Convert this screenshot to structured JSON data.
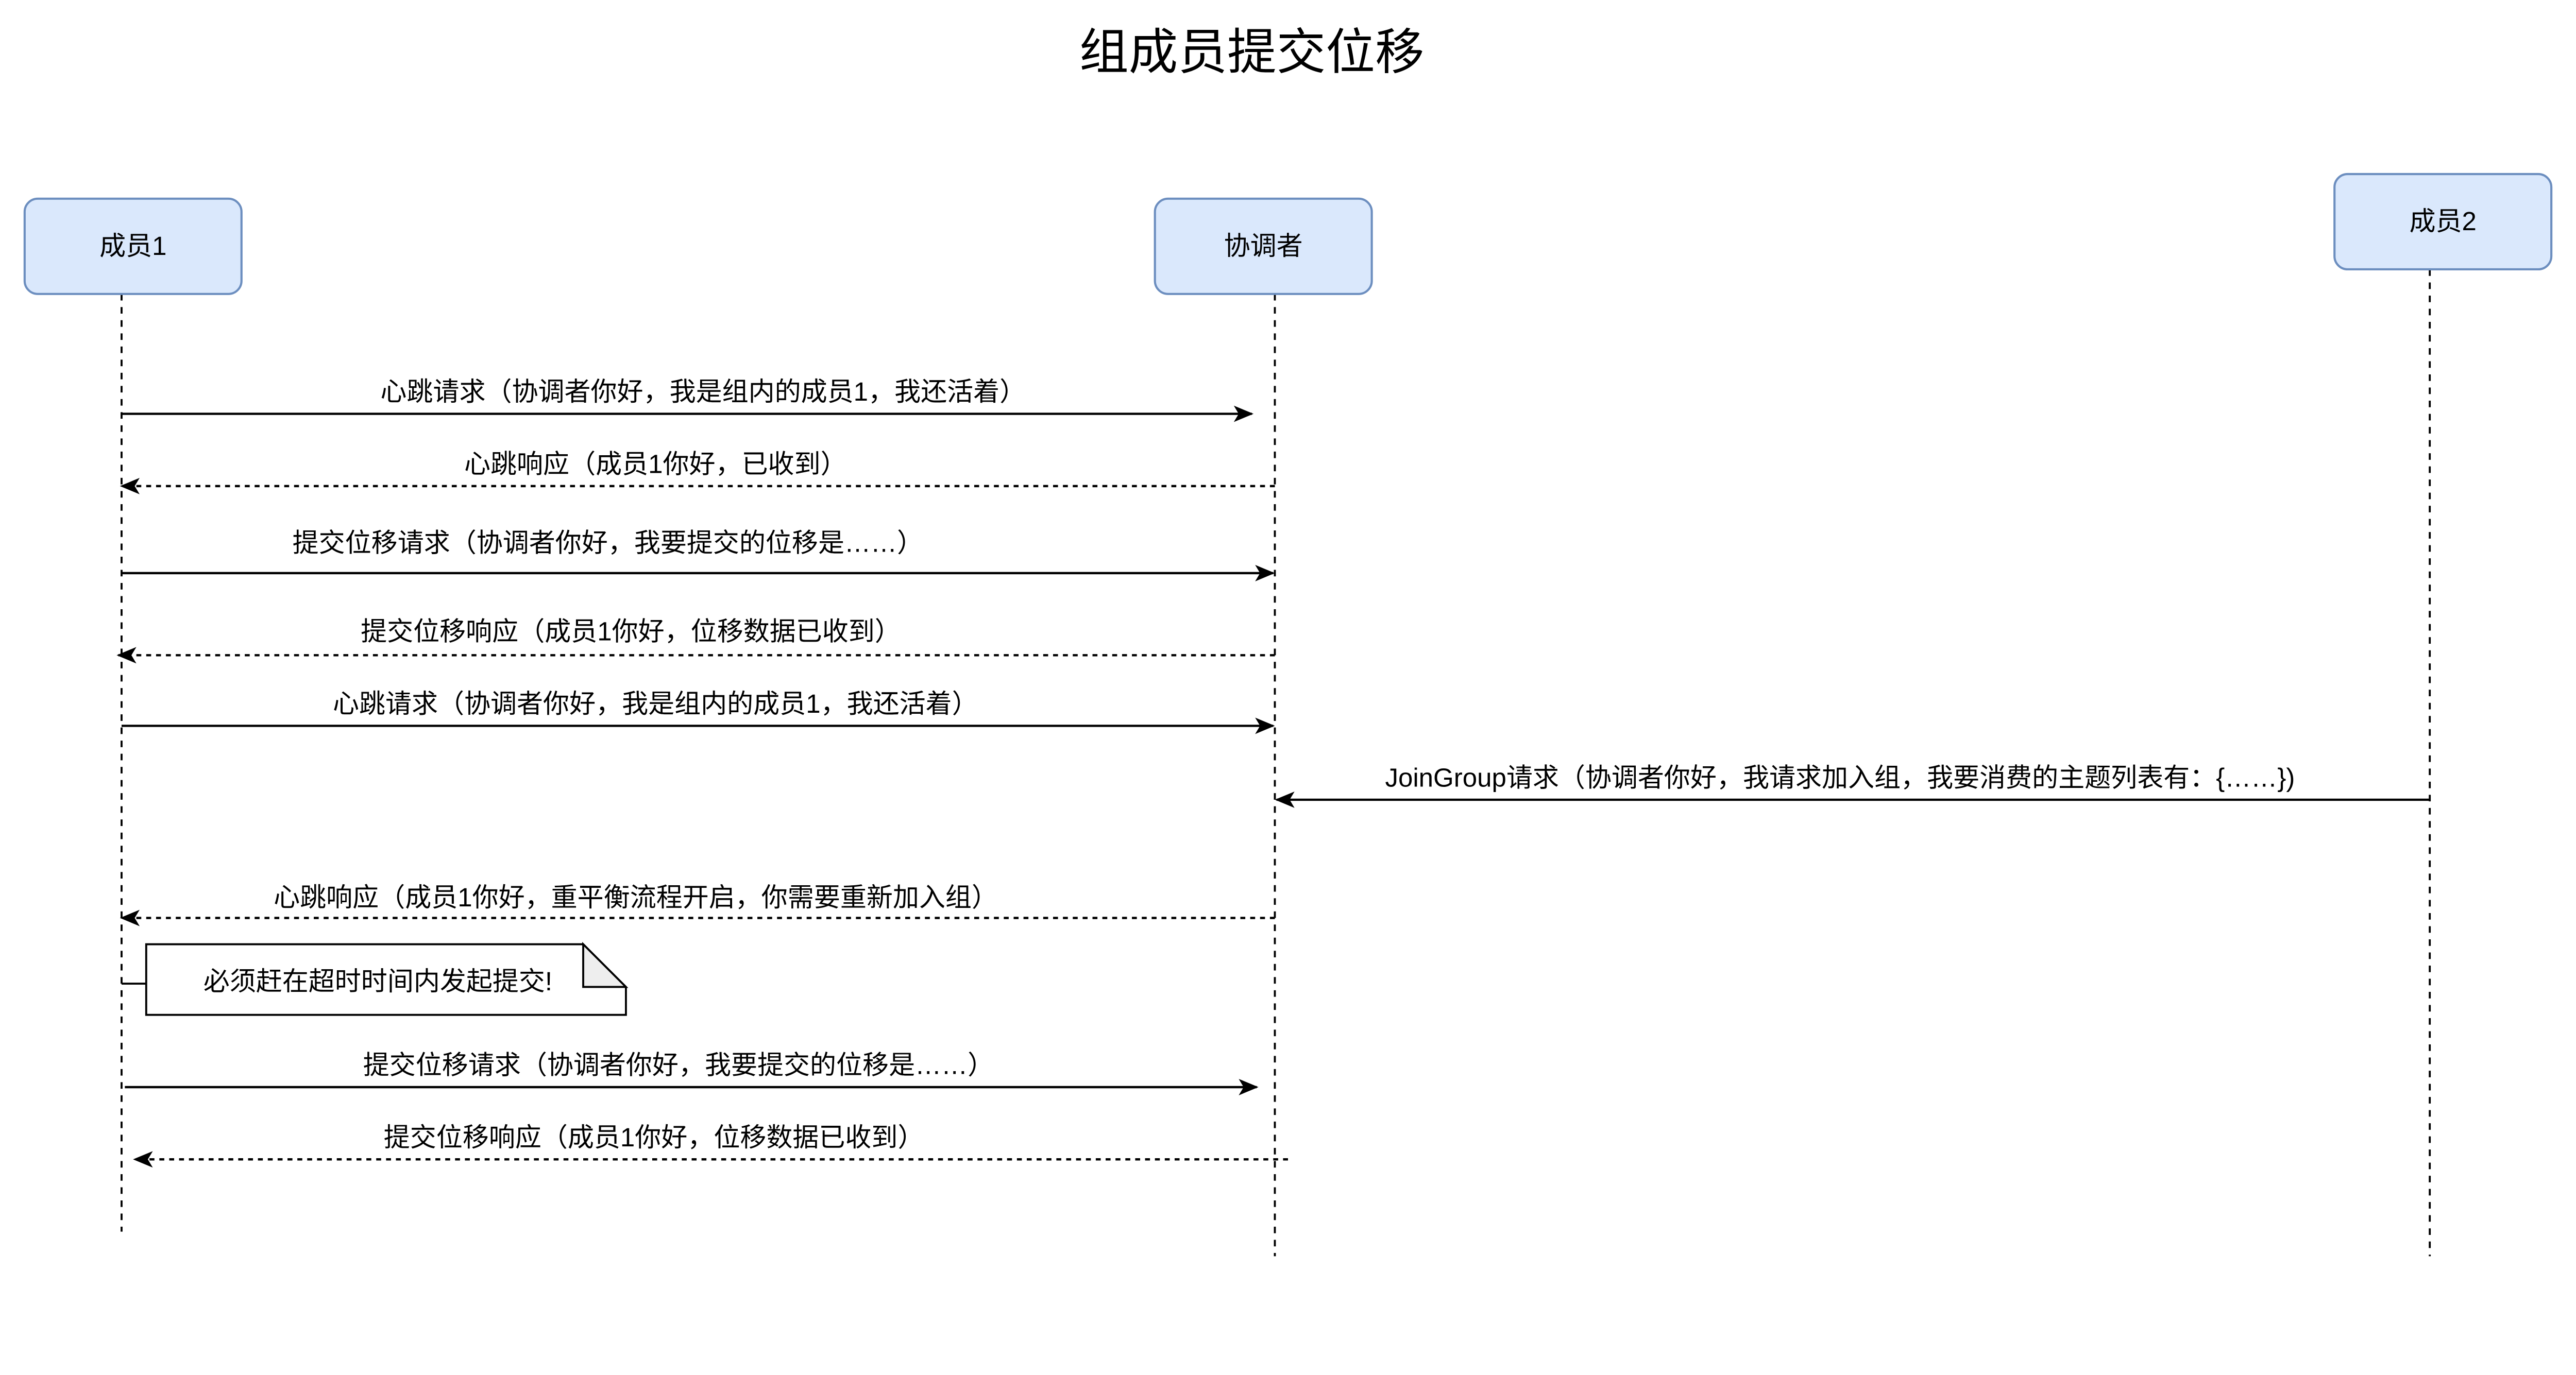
{
  "title": "组成员提交位移",
  "participants": [
    {
      "name": "成员1"
    },
    {
      "name": "协调者"
    },
    {
      "name": "成员2"
    }
  ],
  "messages": [
    {
      "label": "心跳请求（协调者你好，我是组内的成员1，我还活着）",
      "from": "成员1",
      "to": "协调者",
      "style": "solid"
    },
    {
      "label": "心跳响应（成员1你好，已收到）",
      "from": "协调者",
      "to": "成员1",
      "style": "dashed"
    },
    {
      "label": "提交位移请求（协调者你好，我要提交的位移是……）",
      "from": "成员1",
      "to": "协调者",
      "style": "solid"
    },
    {
      "label": "提交位移响应（成员1你好，位移数据已收到）",
      "from": "协调者",
      "to": "成员1",
      "style": "dashed"
    },
    {
      "label": "心跳请求（协调者你好，我是组内的成员1，我还活着）",
      "from": "成员1",
      "to": "协调者",
      "style": "solid"
    },
    {
      "label": "JoinGroup请求（协调者你好，我请求加入组，我要消费的主题列表有：{……})",
      "from": "成员2",
      "to": "协调者",
      "style": "solid"
    },
    {
      "label": "心跳响应（成员1你好，重平衡流程开启，你需要重新加入组）",
      "from": "协调者",
      "to": "成员1",
      "style": "dashed"
    },
    {
      "label": "提交位移请求（协调者你好，我要提交的位移是……）",
      "from": "成员1",
      "to": "协调者",
      "style": "solid"
    },
    {
      "label": "提交位移响应（成员1你好，位移数据已收到）",
      "from": "协调者",
      "to": "成员1",
      "style": "dashed"
    }
  ],
  "note": {
    "text": "必须赶在超时时间内发起提交!",
    "attached_to": "成员1"
  },
  "colors": {
    "participant_fill": "#dae8fc",
    "participant_stroke": "#6c8ebf"
  }
}
